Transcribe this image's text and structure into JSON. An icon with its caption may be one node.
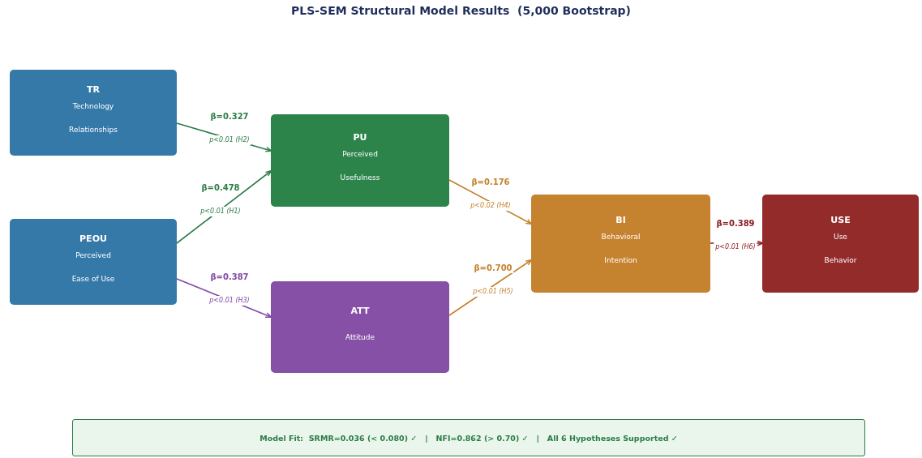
{
  "diagram": {
    "title": "PLS-SEM Structural Model Results  (5,000 Bootstrap)",
    "nodes": [
      {
        "text": [
          "TR",
          "Technology Relationships"
        ]
      },
      {
        "text": [
          "PEOU",
          "Perceived Ease of Use"
        ]
      },
      {
        "text": [
          "PU",
          "Perceived Usefulness"
        ]
      },
      {
        "text": [
          "ATT",
          "Attitude"
        ]
      },
      {
        "text": [
          "BI",
          "Behavioral Intention"
        ]
      },
      {
        "text": [
          "USE",
          "Use Behavior"
        ]
      },
      {
        "text": [
          "Model Fit:  SRMR=0.036 (< 0.080) ✓   |   NFI=0.862 (> 0.70) ✓   |   All 6 Hypotheses Supported ✓"
        ]
      }
    ],
    "edges": [
      {
        "from": 0,
        "to": 2,
        "arrow": "to",
        "label": "**β=0.327** *p<0.01 (H2)*",
        "color": "#2a7d47"
      },
      {
        "from": 1,
        "to": 2,
        "arrow": "to",
        "label": "**β=0.478** *p<0.01 (H1)*",
        "color": "#2a7d47"
      },
      {
        "from": 1,
        "to": 3,
        "arrow": "to",
        "label": "**β=0.387** *p<0.01 (H3)*",
        "color": "#8048a8"
      },
      {
        "from": 2,
        "to": 4,
        "arrow": "to",
        "label": "**β=0.176** *p<0.02 (H4)*",
        "color": "#c5812e"
      },
      {
        "from": 3,
        "to": 4,
        "arrow": "to",
        "label": "**β=0.700** *p<0.01 (H5)*",
        "color": "#c5812e"
      },
      {
        "from": 4,
        "to": 5,
        "arrow": "to",
        "label": "**β=0.389** *p<0.01 (H6)*",
        "color": "#8b1c22"
      }
    ]
  }
}
